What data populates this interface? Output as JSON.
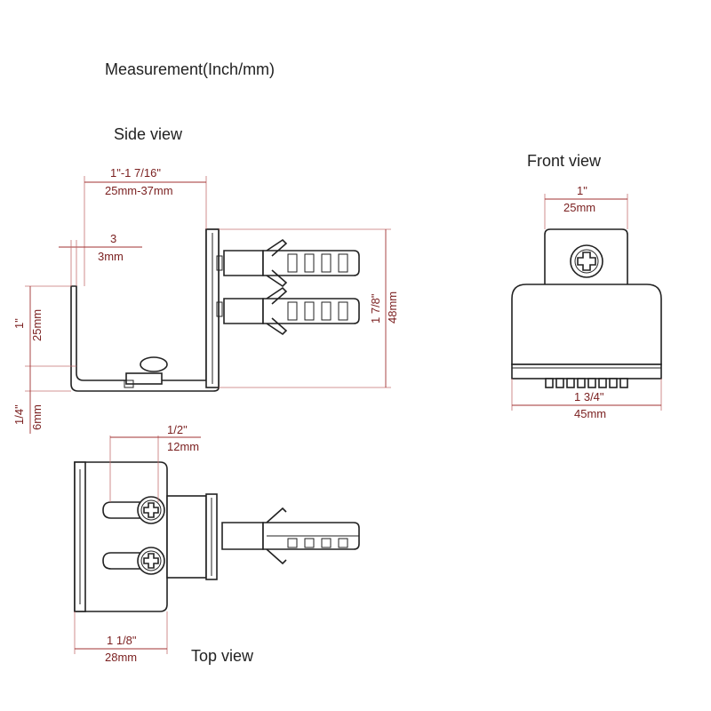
{
  "header": {
    "title": "Measurement(Inch/mm)"
  },
  "views": {
    "side": "Side view",
    "front": "Front view",
    "top": "Top view"
  },
  "dimensions": {
    "side_width_in": "1\"-1 7/16\"",
    "side_width_mm": "25mm-37mm",
    "side_lip_in": "3",
    "side_lip_mm": "3mm",
    "side_height_in": "1\"",
    "side_height_mm": "25mm",
    "side_base_in": "1/4\"",
    "side_base_mm": "6mm",
    "side_total_in": "1 7/8\"",
    "side_total_mm": "48mm",
    "front_top_in": "1\"",
    "front_top_mm": "25mm",
    "front_width_in": "1 3/4\"",
    "front_width_mm": "45mm",
    "top_slot_in": "1/2\"",
    "top_slot_mm": "12mm",
    "top_width_in": "1 1/8\"",
    "top_width_mm": "28mm"
  }
}
